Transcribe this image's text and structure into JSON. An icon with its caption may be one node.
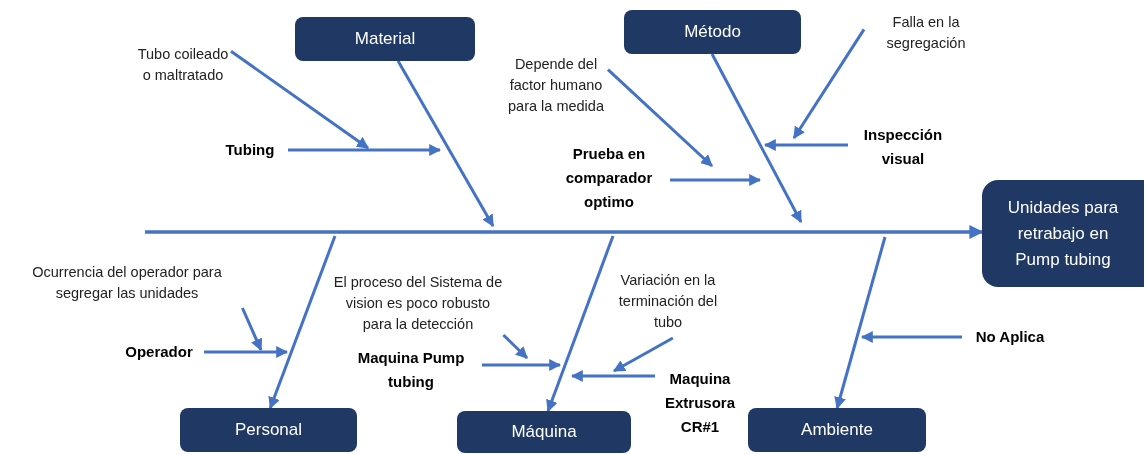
{
  "diagram": {
    "nodes": [
      {
        "text": [
          "Material"
        ]
      },
      {
        "text": [
          "Método"
        ]
      },
      {
        "text": [
          "Unidades para retrabajo en Pump tubing"
        ]
      },
      {
        "text": [
          "Personal"
        ]
      },
      {
        "text": [
          "Máquina"
        ]
      },
      {
        "text": [
          "Ambiente"
        ]
      },
      {
        "text": [
          "Tubo coileado o maltratado"
        ]
      },
      {
        "text": [
          "Tubing"
        ]
      },
      {
        "text": [
          "Depende del factor humano para la medida"
        ]
      },
      {
        "text": [
          "Prueba en comparador optimo"
        ]
      },
      {
        "text": [
          "Falla en la segregación"
        ]
      },
      {
        "text": [
          "Inspección visual"
        ]
      },
      {
        "text": [
          "Ocurrencia del operador para segregar las unidades"
        ]
      },
      {
        "text": [
          "Operador"
        ]
      },
      {
        "text": [
          "El proceso del Sistema de vision es poco robusto para la detección"
        ]
      },
      {
        "text": [
          "Maquina Pump tubing"
        ]
      },
      {
        "text": [
          "Variación en la terminación del tubo"
        ]
      },
      {
        "text": [
          "Maquina Extrusora CR#1"
        ]
      },
      {
        "text": [
          "No Aplica"
        ]
      }
    ],
    "edges": [
      {
        "from": null,
        "to": 2,
        "arrow": "to"
      },
      {
        "from": 0,
        "to": null,
        "arrow": "to"
      },
      {
        "from": 1,
        "to": null,
        "arrow": "to"
      },
      {
        "from": null,
        "to": 3,
        "arrow": "to"
      },
      {
        "from": null,
        "to": 4,
        "arrow": "to"
      },
      {
        "from": null,
        "to": 5,
        "arrow": "to"
      },
      {
        "from": 7,
        "to": null,
        "arrow": "to"
      },
      {
        "from": 6,
        "to": null,
        "arrow": "to"
      },
      {
        "from": 9,
        "to": null,
        "arrow": "to"
      },
      {
        "from": 8,
        "to": null,
        "arrow": "to"
      },
      {
        "from": 11,
        "to": null,
        "arrow": "to"
      },
      {
        "from": 10,
        "to": null,
        "arrow": "to"
      },
      {
        "from": 13,
        "to": null,
        "arrow": "to"
      },
      {
        "from": 12,
        "to": null,
        "arrow": "to"
      },
      {
        "from": 15,
        "to": null,
        "arrow": "to"
      },
      {
        "from": 14,
        "to": null,
        "arrow": "to"
      },
      {
        "from": 17,
        "to": null,
        "arrow": "to"
      },
      {
        "from": 16,
        "to": null,
        "arrow": "to"
      },
      {
        "from": 18,
        "to": null,
        "arrow": "to"
      }
    ]
  }
}
